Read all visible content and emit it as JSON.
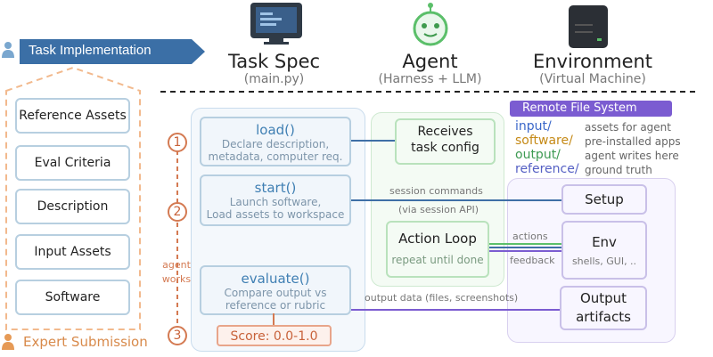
{
  "header": {
    "task_implementation": "Task Implementation",
    "expert_submission": "Expert Submission"
  },
  "columns": {
    "task_spec": {
      "title": "Task Spec",
      "subtitle": "(main.py)"
    },
    "agent": {
      "title": "Agent",
      "subtitle": "(Harness + LLM)"
    },
    "environment": {
      "title": "Environment",
      "subtitle": "(Virtual Machine)"
    }
  },
  "left_items": [
    "Reference Assets",
    "Eval Criteria",
    "Description",
    "Input Assets",
    "Software"
  ],
  "agent_works": [
    "agent",
    "works"
  ],
  "steps": [
    "1",
    "2",
    "3"
  ],
  "spec": {
    "load": {
      "title": "load()",
      "desc1": "Declare description,",
      "desc2": "metadata, computer req."
    },
    "start": {
      "title": "start()",
      "desc1": "Launch software,",
      "desc2": "Load assets to workspace"
    },
    "evaluate": {
      "title": "evaluate()",
      "desc1": "Compare output vs",
      "desc2": "reference or rubric"
    },
    "score": "Score: 0.0-1.0"
  },
  "agent_boxes": {
    "receives": [
      "Receives",
      "task config"
    ],
    "action_loop": {
      "title": "Action Loop",
      "sub": "repeat until done"
    }
  },
  "connectors": {
    "session_commands": "session commands",
    "via_session_api": "(via session API)",
    "actions": "actions",
    "feedback": "feedback",
    "output_data": "output data (files, screenshots)"
  },
  "rfs": {
    "title": "Remote File System",
    "paths": [
      {
        "path": "input/",
        "desc": "assets for agent",
        "color": "#3a67c9"
      },
      {
        "path": "software/",
        "desc": "pre-installed apps",
        "color": "#c58a17"
      },
      {
        "path": "output/",
        "desc": "agent writes here",
        "color": "#3d9a52"
      },
      {
        "path": "reference/",
        "desc": "ground truth",
        "color": "#5560c4"
      }
    ]
  },
  "env": {
    "setup": "Setup",
    "env_title": "Env",
    "env_sub": "shells, GUI, ..",
    "output": [
      "Output",
      "artifacts"
    ]
  },
  "colors": {
    "banner": "#3b6fa6",
    "accent_orange": "#d47a52",
    "spec_blue": "#3f7fb3",
    "rfs_purple": "#7b5cd1",
    "agent_green": "#5bbf6a"
  }
}
